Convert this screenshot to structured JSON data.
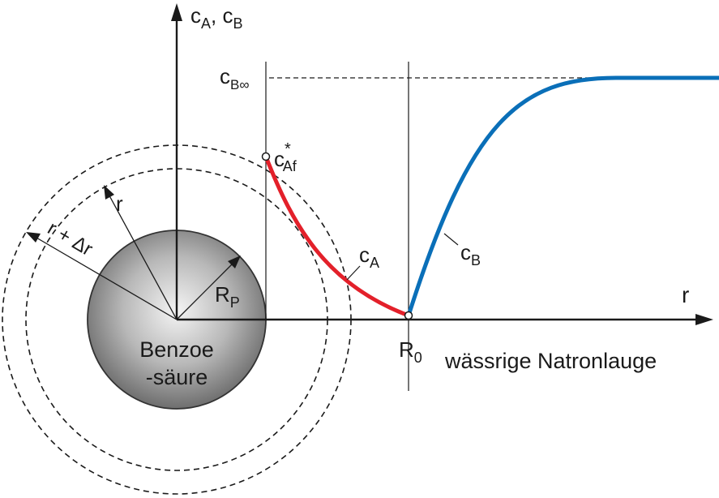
{
  "labels": {
    "y_axis_main": "c",
    "y_axis_sub_a": "A",
    "y_axis_sep": ", c",
    "y_axis_sub_b": "B",
    "x_axis": "r",
    "cb_inf_main": "c",
    "cb_inf_sub": "B∞",
    "caf_main": "c",
    "caf_star": "*",
    "caf_sub": "Af",
    "ca_main": "c",
    "ca_sub": "A",
    "cb_main": "c",
    "cb_sub": "B",
    "r0_main": "R",
    "r0_sub": "0",
    "rp_main": "R",
    "rp_sub": "P",
    "radius": "r",
    "radius_delta": "r + Δr",
    "sphere_line1": "Benzoe",
    "sphere_line2": "-säure",
    "medium": "wässrige Natronlauge"
  },
  "colors": {
    "ca_curve": "#e3202a",
    "cb_curve": "#0a6fb8",
    "sphere_center": "#f4f4f4",
    "sphere_edge": "#6e6e6e"
  }
}
